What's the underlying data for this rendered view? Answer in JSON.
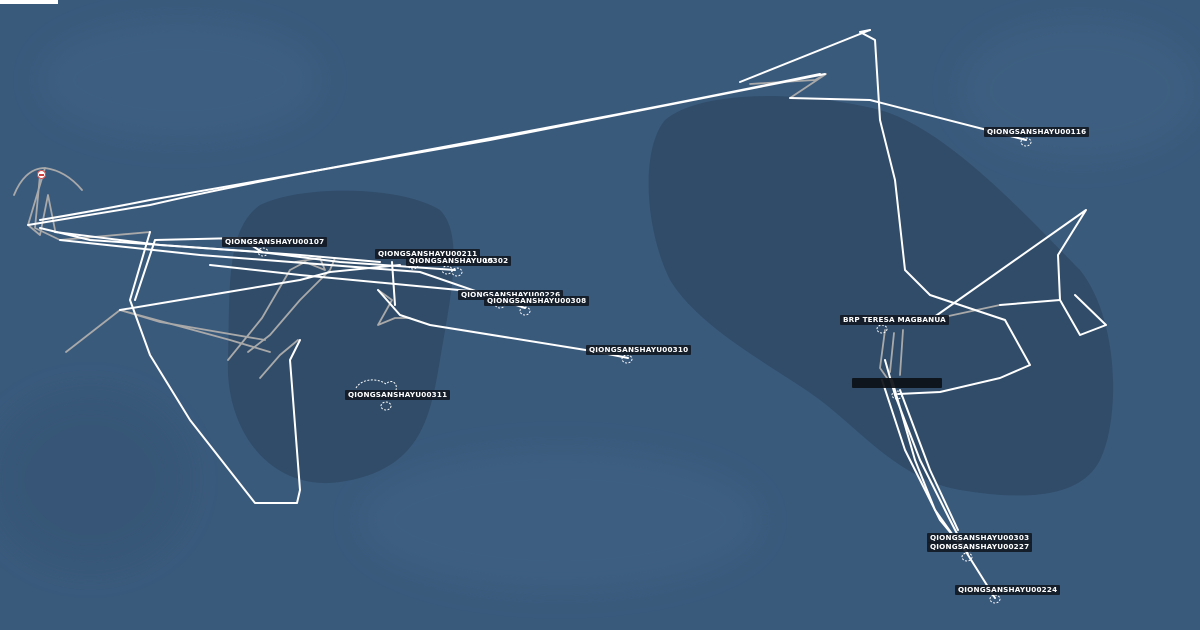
{
  "map": {
    "colors": {
      "water": "#3a5a7c",
      "shoal": "#2f4a66",
      "track_active": "#ffffff",
      "track_faded": "#a9a9a9",
      "label_bg": "#121822",
      "home_marker": "#d04040"
    }
  },
  "vessels": [
    {
      "name": "QIONGSANSHAYU00107"
    },
    {
      "name": "QIONGSANSHAYU00211"
    },
    {
      "name": "QIONGSANSHAYU00302"
    },
    {
      "name": "15"
    },
    {
      "name": "QIONGSANSHAYU00226"
    },
    {
      "name": "QIONGSANSHAYU00308"
    },
    {
      "name": "QIONGSANSHAYU00310"
    },
    {
      "name": "QIONGSANSHAYU00311"
    },
    {
      "name": "QIONGSANSHAYU00116"
    },
    {
      "name": "BRP TERESA MAGBANUA"
    },
    {
      "name": ""
    },
    {
      "name": "QIONGSANSHAYU00303"
    },
    {
      "name": "QIONGSANSHAYU00227"
    },
    {
      "name": "QIONGSANSHAYU00224"
    }
  ]
}
